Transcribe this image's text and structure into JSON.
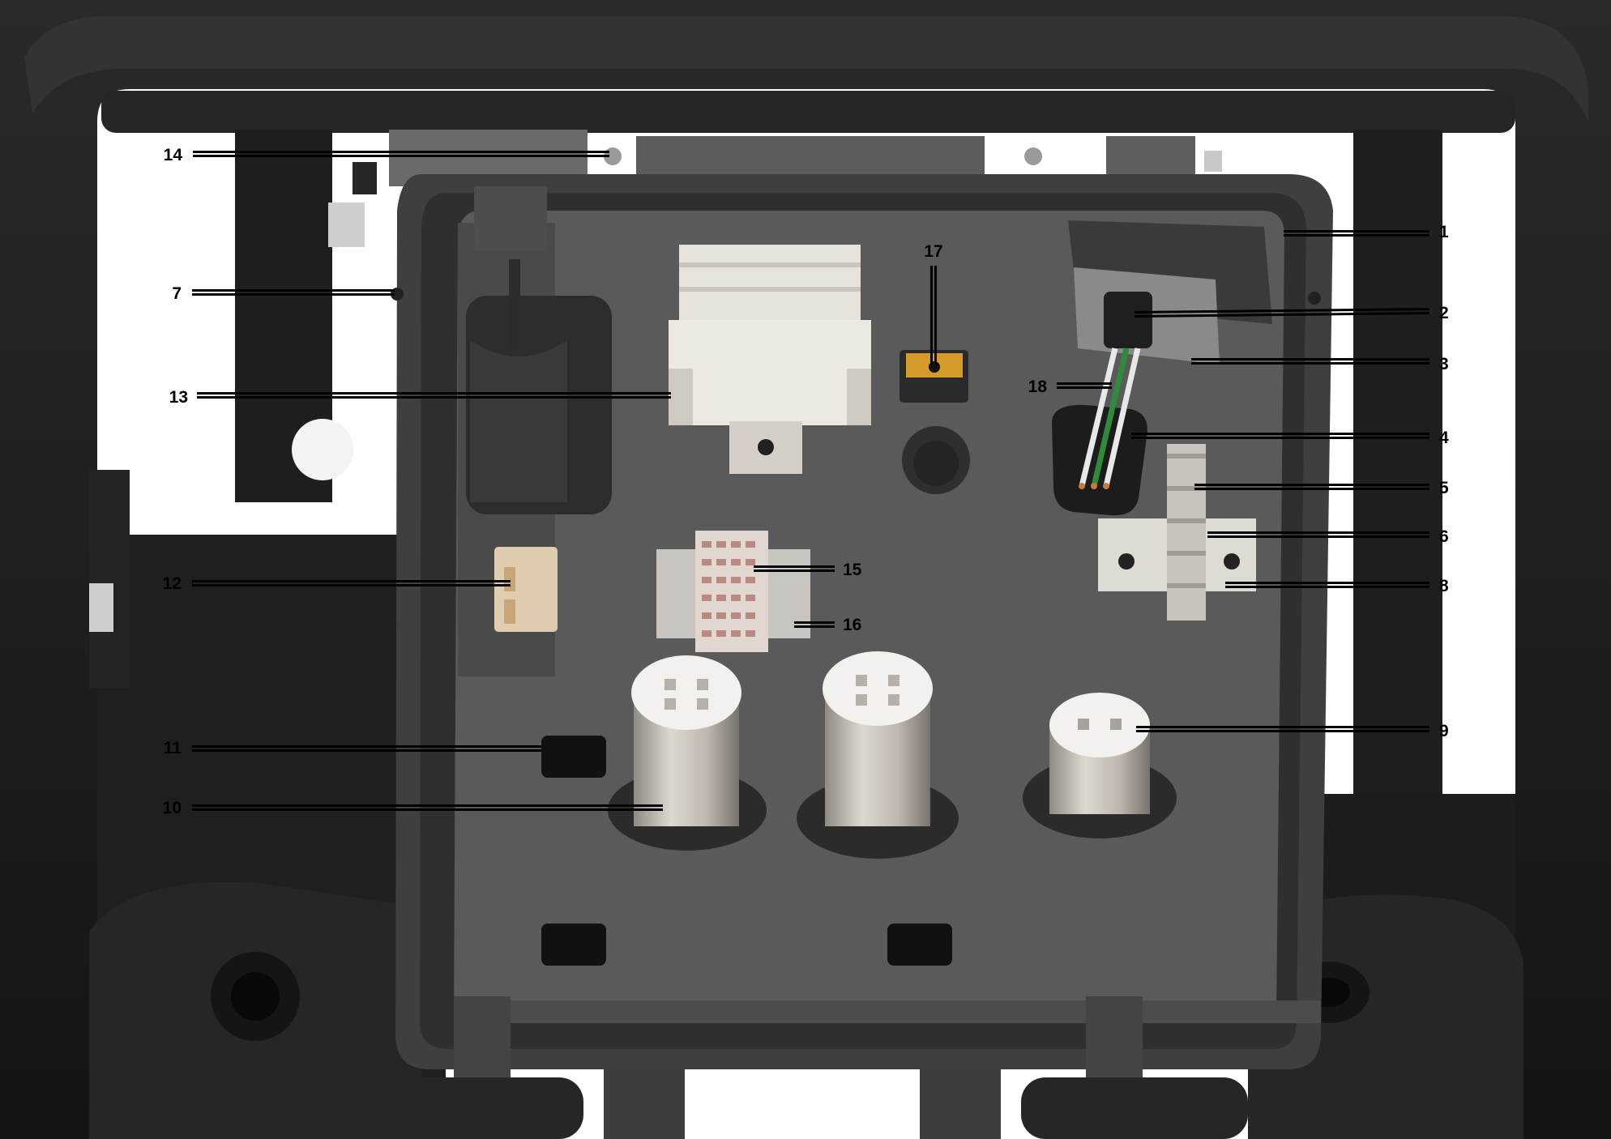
{
  "colors": {
    "frame": "#1b1b1b",
    "housing": "#3f3f3f",
    "housing_edge": "#2c2c2c",
    "panel": "#5a5a5a",
    "component_light": "#e6e2dc",
    "capacitor": "#cfc9c0",
    "terminal_orange": "#d49a2a",
    "leader": "#000000",
    "background": "#ffffff"
  },
  "callouts": [
    {
      "id": "1",
      "label": "1"
    },
    {
      "id": "2",
      "label": "2"
    },
    {
      "id": "3",
      "label": "3"
    },
    {
      "id": "4",
      "label": "4"
    },
    {
      "id": "5",
      "label": "5"
    },
    {
      "id": "6",
      "label": "6"
    },
    {
      "id": "7",
      "label": "7"
    },
    {
      "id": "8",
      "label": "8"
    },
    {
      "id": "9",
      "label": "9"
    },
    {
      "id": "10",
      "label": "10"
    },
    {
      "id": "11",
      "label": "11"
    },
    {
      "id": "12",
      "label": "12"
    },
    {
      "id": "13",
      "label": "13"
    },
    {
      "id": "14",
      "label": "14"
    },
    {
      "id": "15",
      "label": "15"
    },
    {
      "id": "16",
      "label": "16"
    },
    {
      "id": "17",
      "label": "17"
    },
    {
      "id": "18",
      "label": "18"
    }
  ]
}
